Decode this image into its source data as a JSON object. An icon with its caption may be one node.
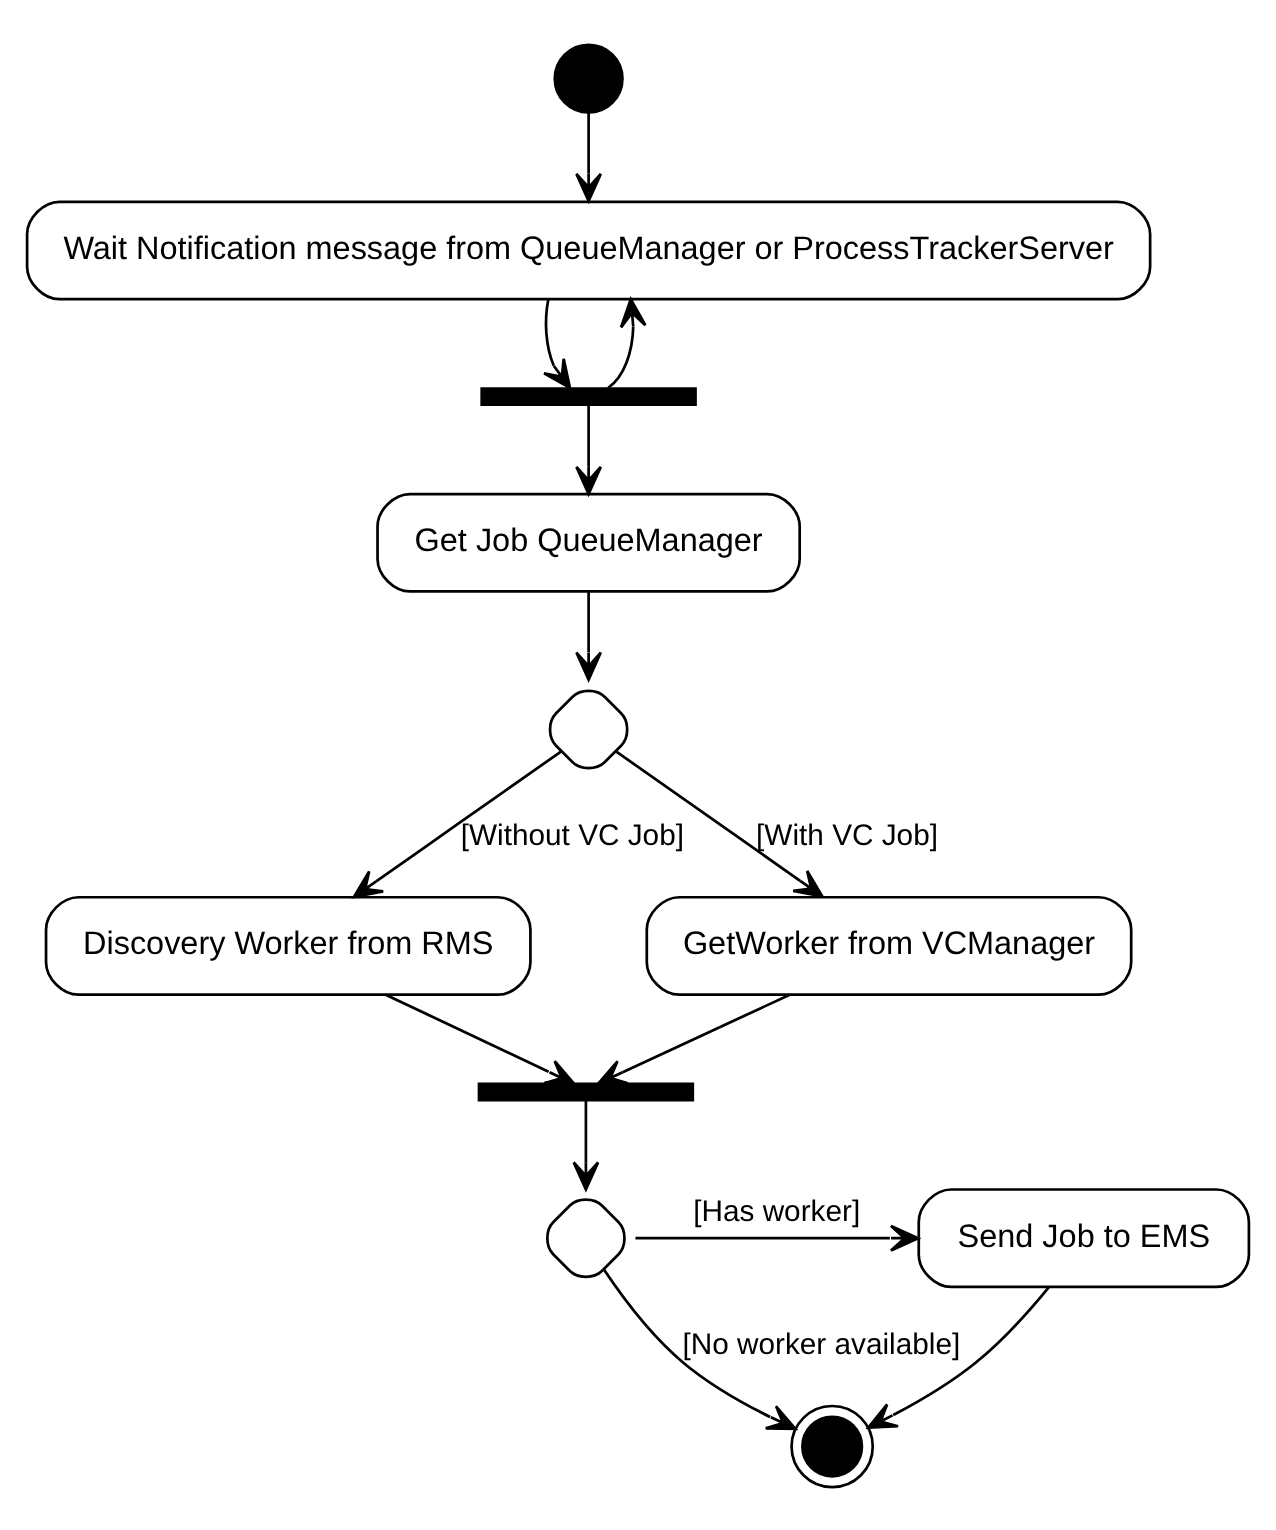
{
  "diagram": {
    "nodes": [
      {
        "text": [],
        "shape": "circle"
      },
      {
        "text": [
          "Wait Notification message from QueueManager or ProcessTrackerServer"
        ]
      },
      {
        "text": [],
        "shape": "bar"
      },
      {
        "text": [
          "Get Job QueueManager"
        ]
      },
      {
        "text": [],
        "shape": "diamond"
      },
      {
        "text": [
          "Discovery Worker from RMS"
        ]
      },
      {
        "text": [
          "GetWorker from VCManager"
        ]
      },
      {
        "text": [],
        "shape": "bar"
      },
      {
        "text": [],
        "shape": "diamond"
      },
      {
        "text": [
          "Send Job to EMS"
        ]
      },
      {
        "text": [],
        "shape": "circle"
      }
    ],
    "edges": [
      {
        "from": 0,
        "to": 1,
        "arrow": "to"
      },
      {
        "from": 1,
        "to": 2,
        "arrow": "to"
      },
      {
        "from": 2,
        "to": 1,
        "arrow": "to"
      },
      {
        "from": 2,
        "to": 3,
        "arrow": "to"
      },
      {
        "from": 3,
        "to": 4,
        "arrow": "to"
      },
      {
        "from": 4,
        "to": 5,
        "arrow": "to",
        "label": "[Without VC Job]"
      },
      {
        "from": 4,
        "to": 6,
        "arrow": "to",
        "label": "[With VC Job]"
      },
      {
        "from": 5,
        "to": 7,
        "arrow": "to"
      },
      {
        "from": 6,
        "to": 7,
        "arrow": "to"
      },
      {
        "from": 7,
        "to": 8,
        "arrow": "to"
      },
      {
        "from": 8,
        "to": 9,
        "arrow": "to",
        "label": "[Has worker]"
      },
      {
        "from": 8,
        "to": 10,
        "arrow": "to",
        "label": "[No worker available]"
      },
      {
        "from": 9,
        "to": 10,
        "arrow": "to"
      }
    ]
  }
}
